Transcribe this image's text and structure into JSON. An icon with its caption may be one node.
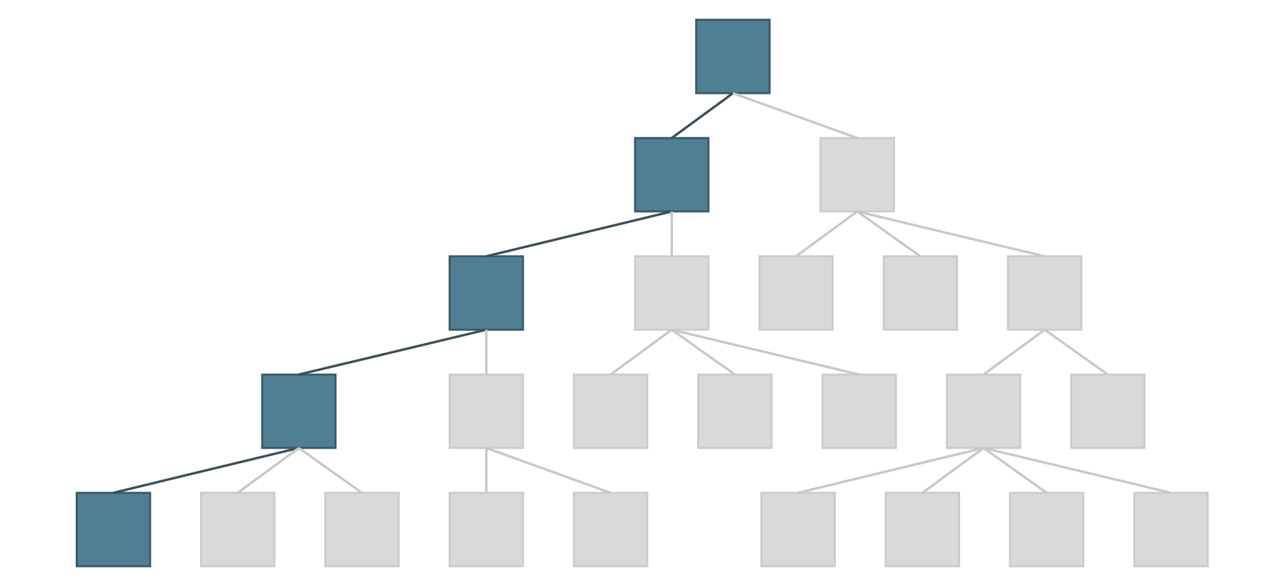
{
  "diagram": {
    "nodes": [
      {
        "text": [],
        "shape": "box"
      },
      {
        "text": [],
        "shape": "box"
      },
      {
        "text": [],
        "shape": "box"
      },
      {
        "text": [],
        "shape": "box"
      },
      {
        "text": [],
        "shape": "box"
      },
      {
        "text": [],
        "shape": "box"
      },
      {
        "text": [],
        "shape": "box"
      },
      {
        "text": [],
        "shape": "box"
      },
      {
        "text": [],
        "shape": "box"
      },
      {
        "text": [],
        "shape": "box"
      },
      {
        "text": [],
        "shape": "box"
      },
      {
        "text": [],
        "shape": "box"
      },
      {
        "text": [],
        "shape": "box"
      },
      {
        "text": [],
        "shape": "box"
      },
      {
        "text": [],
        "shape": "box"
      },
      {
        "text": [],
        "shape": "box"
      },
      {
        "text": [],
        "shape": "box"
      },
      {
        "text": [],
        "shape": "box"
      },
      {
        "text": [],
        "shape": "box"
      },
      {
        "text": [],
        "shape": "box"
      },
      {
        "text": [],
        "shape": "box"
      },
      {
        "text": [],
        "shape": "box"
      },
      {
        "text": [],
        "shape": "box"
      },
      {
        "text": [],
        "shape": "box"
      }
    ],
    "edges": [
      {
        "from": 0,
        "to": 1,
        "arrow": "none",
        "color": "#3c4f57"
      },
      {
        "from": 0,
        "to": 2,
        "arrow": "none"
      },
      {
        "from": 1,
        "to": 3,
        "arrow": "none",
        "color": "#3c4f57"
      },
      {
        "from": 1,
        "to": 4,
        "arrow": "none"
      },
      {
        "from": 2,
        "to": 5,
        "arrow": "none"
      },
      {
        "from": 2,
        "to": 6,
        "arrow": "none"
      },
      {
        "from": 2,
        "to": 7,
        "arrow": "none"
      },
      {
        "from": 3,
        "to": 8,
        "arrow": "none",
        "color": "#3c4f57"
      },
      {
        "from": 3,
        "to": 9,
        "arrow": "none"
      },
      {
        "from": 4,
        "to": 10,
        "arrow": "none"
      },
      {
        "from": 4,
        "to": 11,
        "arrow": "none"
      },
      {
        "from": 4,
        "to": 12,
        "arrow": "none"
      },
      {
        "from": 7,
        "to": 13,
        "arrow": "none"
      },
      {
        "from": 7,
        "to": 14,
        "arrow": "none"
      },
      {
        "from": 8,
        "to": 15,
        "arrow": "none",
        "color": "#3c4f57"
      },
      {
        "from": 8,
        "to": 16,
        "arrow": "none"
      },
      {
        "from": 8,
        "to": 17,
        "arrow": "none"
      },
      {
        "from": 9,
        "to": 18,
        "arrow": "none"
      },
      {
        "from": 9,
        "to": 19,
        "arrow": "none"
      },
      {
        "from": 13,
        "to": 20,
        "arrow": "none"
      },
      {
        "from": 13,
        "to": 21,
        "arrow": "none"
      },
      {
        "from": 13,
        "to": 22,
        "arrow": "none"
      },
      {
        "from": 13,
        "to": 23,
        "arrow": "none"
      }
    ]
  }
}
